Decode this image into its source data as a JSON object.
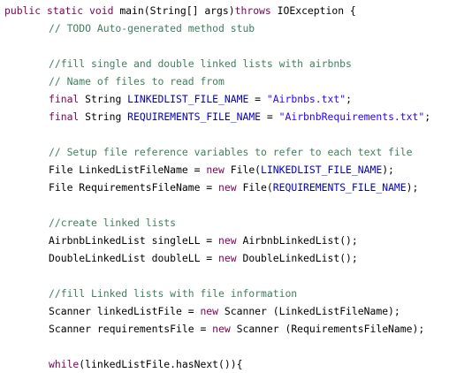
{
  "editor": {
    "colors": {
      "background": "#ffffff",
      "plain": "#000000",
      "keyword": "#7f0055",
      "comment": "#3f7f5f",
      "field": "#0000c0",
      "string": "#2a00ff"
    },
    "lines": [
      {
        "indent": 0,
        "tokens": [
          {
            "t": "public static void ",
            "c": "keyword"
          },
          {
            "t": "main",
            "c": "method"
          },
          {
            "t": "(String[] args)",
            "c": "plain"
          },
          {
            "t": "throws ",
            "c": "keyword"
          },
          {
            "t": "IOException {",
            "c": "plain"
          }
        ]
      },
      {
        "indent": 1,
        "tokens": [
          {
            "t": "// TODO Auto-generated method stub",
            "c": "comment"
          }
        ]
      },
      {
        "indent": 1,
        "tokens": []
      },
      {
        "indent": 1,
        "tokens": [
          {
            "t": "//fill single and double linked lists with airbnbs",
            "c": "comment"
          }
        ]
      },
      {
        "indent": 1,
        "tokens": [
          {
            "t": "// Name of files to read from",
            "c": "comment"
          }
        ]
      },
      {
        "indent": 1,
        "tokens": [
          {
            "t": "final ",
            "c": "keyword"
          },
          {
            "t": "String ",
            "c": "plain"
          },
          {
            "t": "LINKEDLIST_FILE_NAME",
            "c": "field"
          },
          {
            "t": " = ",
            "c": "plain"
          },
          {
            "t": "\"Airbnbs.txt\"",
            "c": "string"
          },
          {
            "t": ";",
            "c": "plain"
          }
        ]
      },
      {
        "indent": 1,
        "tokens": [
          {
            "t": "final ",
            "c": "keyword"
          },
          {
            "t": "String ",
            "c": "plain"
          },
          {
            "t": "REQUIREMENTS_FILE_NAME",
            "c": "field"
          },
          {
            "t": " = ",
            "c": "plain"
          },
          {
            "t": "\"AirbnbRequirements.txt\"",
            "c": "string"
          },
          {
            "t": ";",
            "c": "plain"
          }
        ]
      },
      {
        "indent": 1,
        "tokens": []
      },
      {
        "indent": 1,
        "tokens": [
          {
            "t": "// Setup file reference variables to refer to each text file",
            "c": "comment"
          }
        ]
      },
      {
        "indent": 1,
        "tokens": [
          {
            "t": "File LinkedListFileName = ",
            "c": "plain"
          },
          {
            "t": "new ",
            "c": "keyword"
          },
          {
            "t": "File(",
            "c": "plain"
          },
          {
            "t": "LINKEDLIST_FILE_NAME",
            "c": "field"
          },
          {
            "t": ");",
            "c": "plain"
          }
        ]
      },
      {
        "indent": 1,
        "tokens": [
          {
            "t": "File RequirementsFileName = ",
            "c": "plain"
          },
          {
            "t": "new ",
            "c": "keyword"
          },
          {
            "t": "File(",
            "c": "plain"
          },
          {
            "t": "REQUIREMENTS_FILE_NAME",
            "c": "field"
          },
          {
            "t": ");",
            "c": "plain"
          }
        ]
      },
      {
        "indent": 1,
        "tokens": []
      },
      {
        "indent": 1,
        "tokens": [
          {
            "t": "//create linked lists",
            "c": "comment"
          }
        ]
      },
      {
        "indent": 1,
        "tokens": [
          {
            "t": "AirbnbLinkedList singleLL = ",
            "c": "plain"
          },
          {
            "t": "new ",
            "c": "keyword"
          },
          {
            "t": "AirbnbLinkedList();",
            "c": "plain"
          }
        ]
      },
      {
        "indent": 1,
        "tokens": [
          {
            "t": "DoubleLinkedList doubleLL = ",
            "c": "plain"
          },
          {
            "t": "new ",
            "c": "keyword"
          },
          {
            "t": "DoubleLinkedList();",
            "c": "plain"
          }
        ]
      },
      {
        "indent": 1,
        "tokens": []
      },
      {
        "indent": 1,
        "tokens": [
          {
            "t": "//fill Linked lists with file information",
            "c": "comment"
          }
        ]
      },
      {
        "indent": 1,
        "tokens": [
          {
            "t": "Scanner linkedListFile = ",
            "c": "plain"
          },
          {
            "t": "new ",
            "c": "keyword"
          },
          {
            "t": "Scanner (LinkedListFileName);",
            "c": "plain"
          }
        ]
      },
      {
        "indent": 1,
        "tokens": [
          {
            "t": "Scanner requirementsFile = ",
            "c": "plain"
          },
          {
            "t": "new ",
            "c": "keyword"
          },
          {
            "t": "Scanner (RequirementsFileName);",
            "c": "plain"
          }
        ]
      },
      {
        "indent": 1,
        "tokens": []
      },
      {
        "indent": 1,
        "tokens": [
          {
            "t": "while",
            "c": "keyword"
          },
          {
            "t": "(linkedListFile.",
            "c": "plain"
          },
          {
            "t": "hasNext",
            "c": "method"
          },
          {
            "t": "()){",
            "c": "plain"
          }
        ]
      }
    ]
  }
}
